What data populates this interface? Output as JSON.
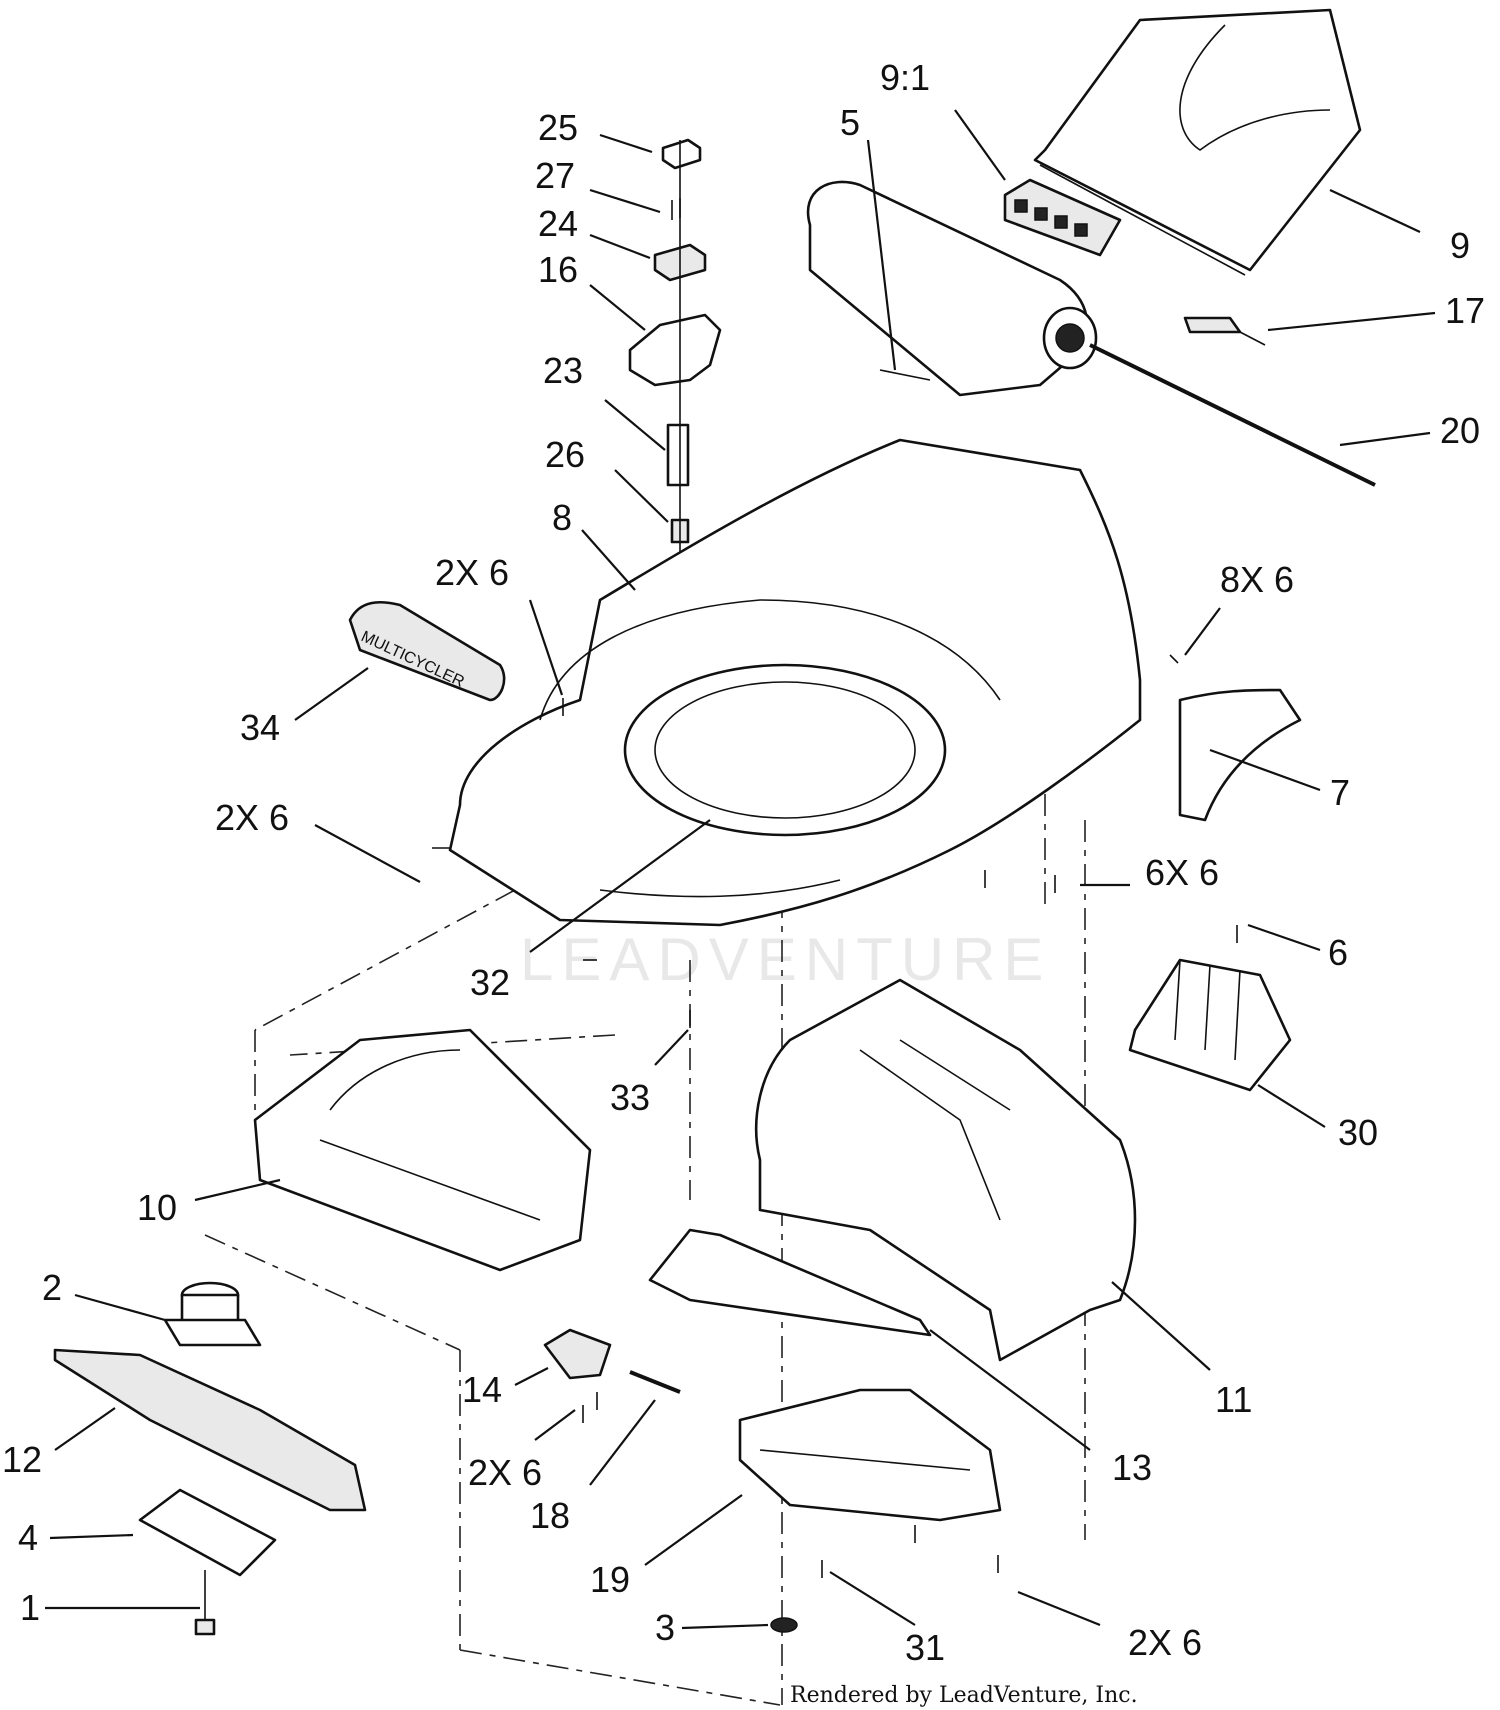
{
  "callouts": {
    "c25": "25",
    "c27": "27",
    "c24": "24",
    "c16": "16",
    "c23": "23",
    "c26": "26",
    "c8": "8",
    "c2x6_a": "2X 6",
    "c34": "34",
    "c2x6_b": "2X 6",
    "c32": "32",
    "c33": "33",
    "c10": "10",
    "c2": "2",
    "c12": "12",
    "c4": "4",
    "c1": "1",
    "c14": "14",
    "c2x6_c": "2X 6",
    "c18": "18",
    "c19": "19",
    "c3": "3",
    "c31": "31",
    "c2x6_d": "2X 6",
    "c11": "11",
    "c13": "13",
    "c30": "30",
    "c6": "6",
    "c6x6": "6X 6",
    "c7": "7",
    "c8x6": "8X 6",
    "c20": "20",
    "c17": "17",
    "c9": "9",
    "c9_1": "9:1",
    "c5": "5"
  },
  "credit": "Rendered by LeadVenture, Inc.",
  "watermark": "LEADVENTURE",
  "decal_text": "MULTICYCLER"
}
